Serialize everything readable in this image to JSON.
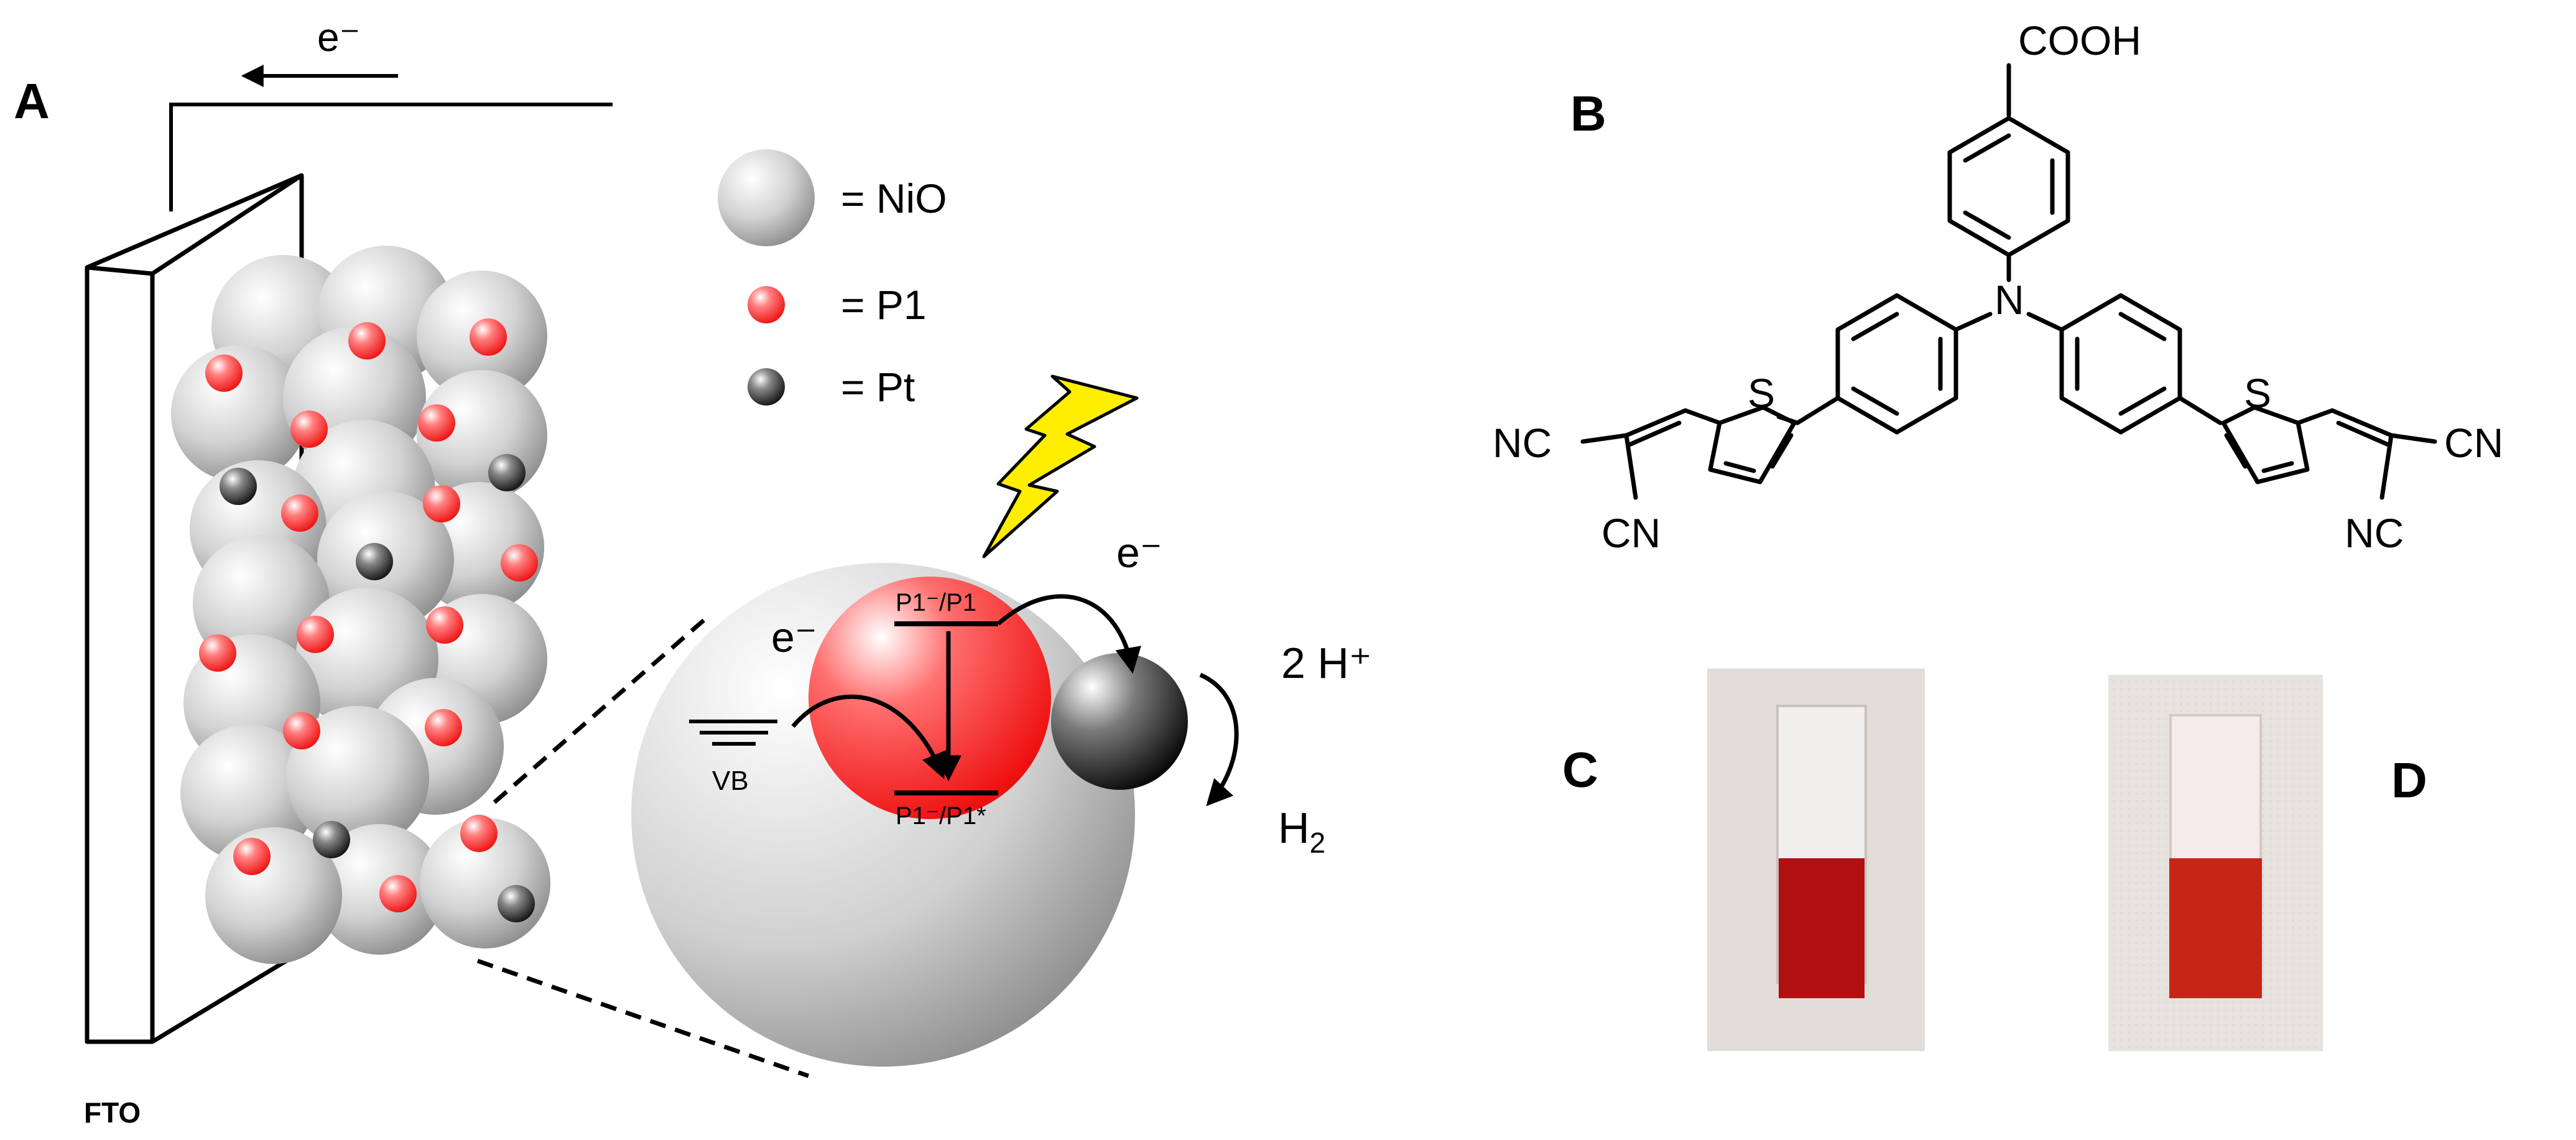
{
  "panels": {
    "a": "A",
    "b": "B",
    "c": "C",
    "d": "D"
  },
  "panel_a": {
    "electrode_label": "FTO",
    "circuit_electron": "e⁻",
    "legend": [
      {
        "label": "= NiO",
        "icon": "nio-sphere-icon",
        "color": "#c8c8c8"
      },
      {
        "label": "= P1",
        "icon": "p1-sphere-icon",
        "color": "#ff2a2a"
      },
      {
        "label": "= Pt",
        "icon": "pt-sphere-icon",
        "color": "#404040"
      }
    ],
    "valence_band": "VB",
    "electron_from_vb": "e⁻",
    "electron_to_pt": "e⁻",
    "upper_level": "P1⁻/P1",
    "lower_level": "P1⁻/P1*",
    "reactant": "2 H⁺",
    "product_main": "H",
    "product_sub": "2",
    "light_icon": "lightning-bolt-icon"
  },
  "molecule": {
    "acid_group": "COOH",
    "central_atom": "N",
    "left_sulfur": "S",
    "right_sulfur": "S",
    "left_nitrile_1": "NC",
    "left_nitrile_2": "CN",
    "right_nitrile_1": "CN",
    "right_nitrile_2": "NC"
  },
  "colors": {
    "nio": "#c8c8c8",
    "p1": "#ff2a2a",
    "pt": "#2b2b2b",
    "bolt": "#ffee00",
    "film": "#b01010"
  }
}
